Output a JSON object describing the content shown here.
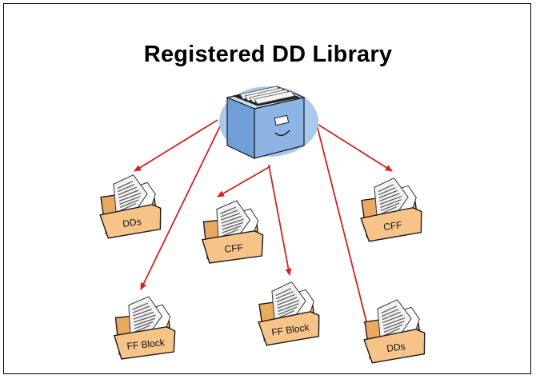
{
  "title": "Registered DD Library",
  "library_icon": "file-cabinet-icon",
  "folder_icon": "folder-with-documents-icon",
  "colors": {
    "arrow": "#d22222",
    "folder_fill": "#f6c489",
    "folder_stroke": "#1a1a1a",
    "cabinet_fill": "#8db4e2",
    "cabinet_halo": "#a9c8ee"
  },
  "folders": [
    {
      "id": "ddlib-dds-1",
      "label": "DDs"
    },
    {
      "id": "ddlib-cff-1",
      "label": "CFF"
    },
    {
      "id": "ddlib-cff-2",
      "label": "CFF"
    },
    {
      "id": "ddlib-ffblock-1",
      "label": "FF Block"
    },
    {
      "id": "ddlib-ffblock-2",
      "label": "FF Block"
    },
    {
      "id": "ddlib-dds-2",
      "label": "DDs"
    }
  ]
}
